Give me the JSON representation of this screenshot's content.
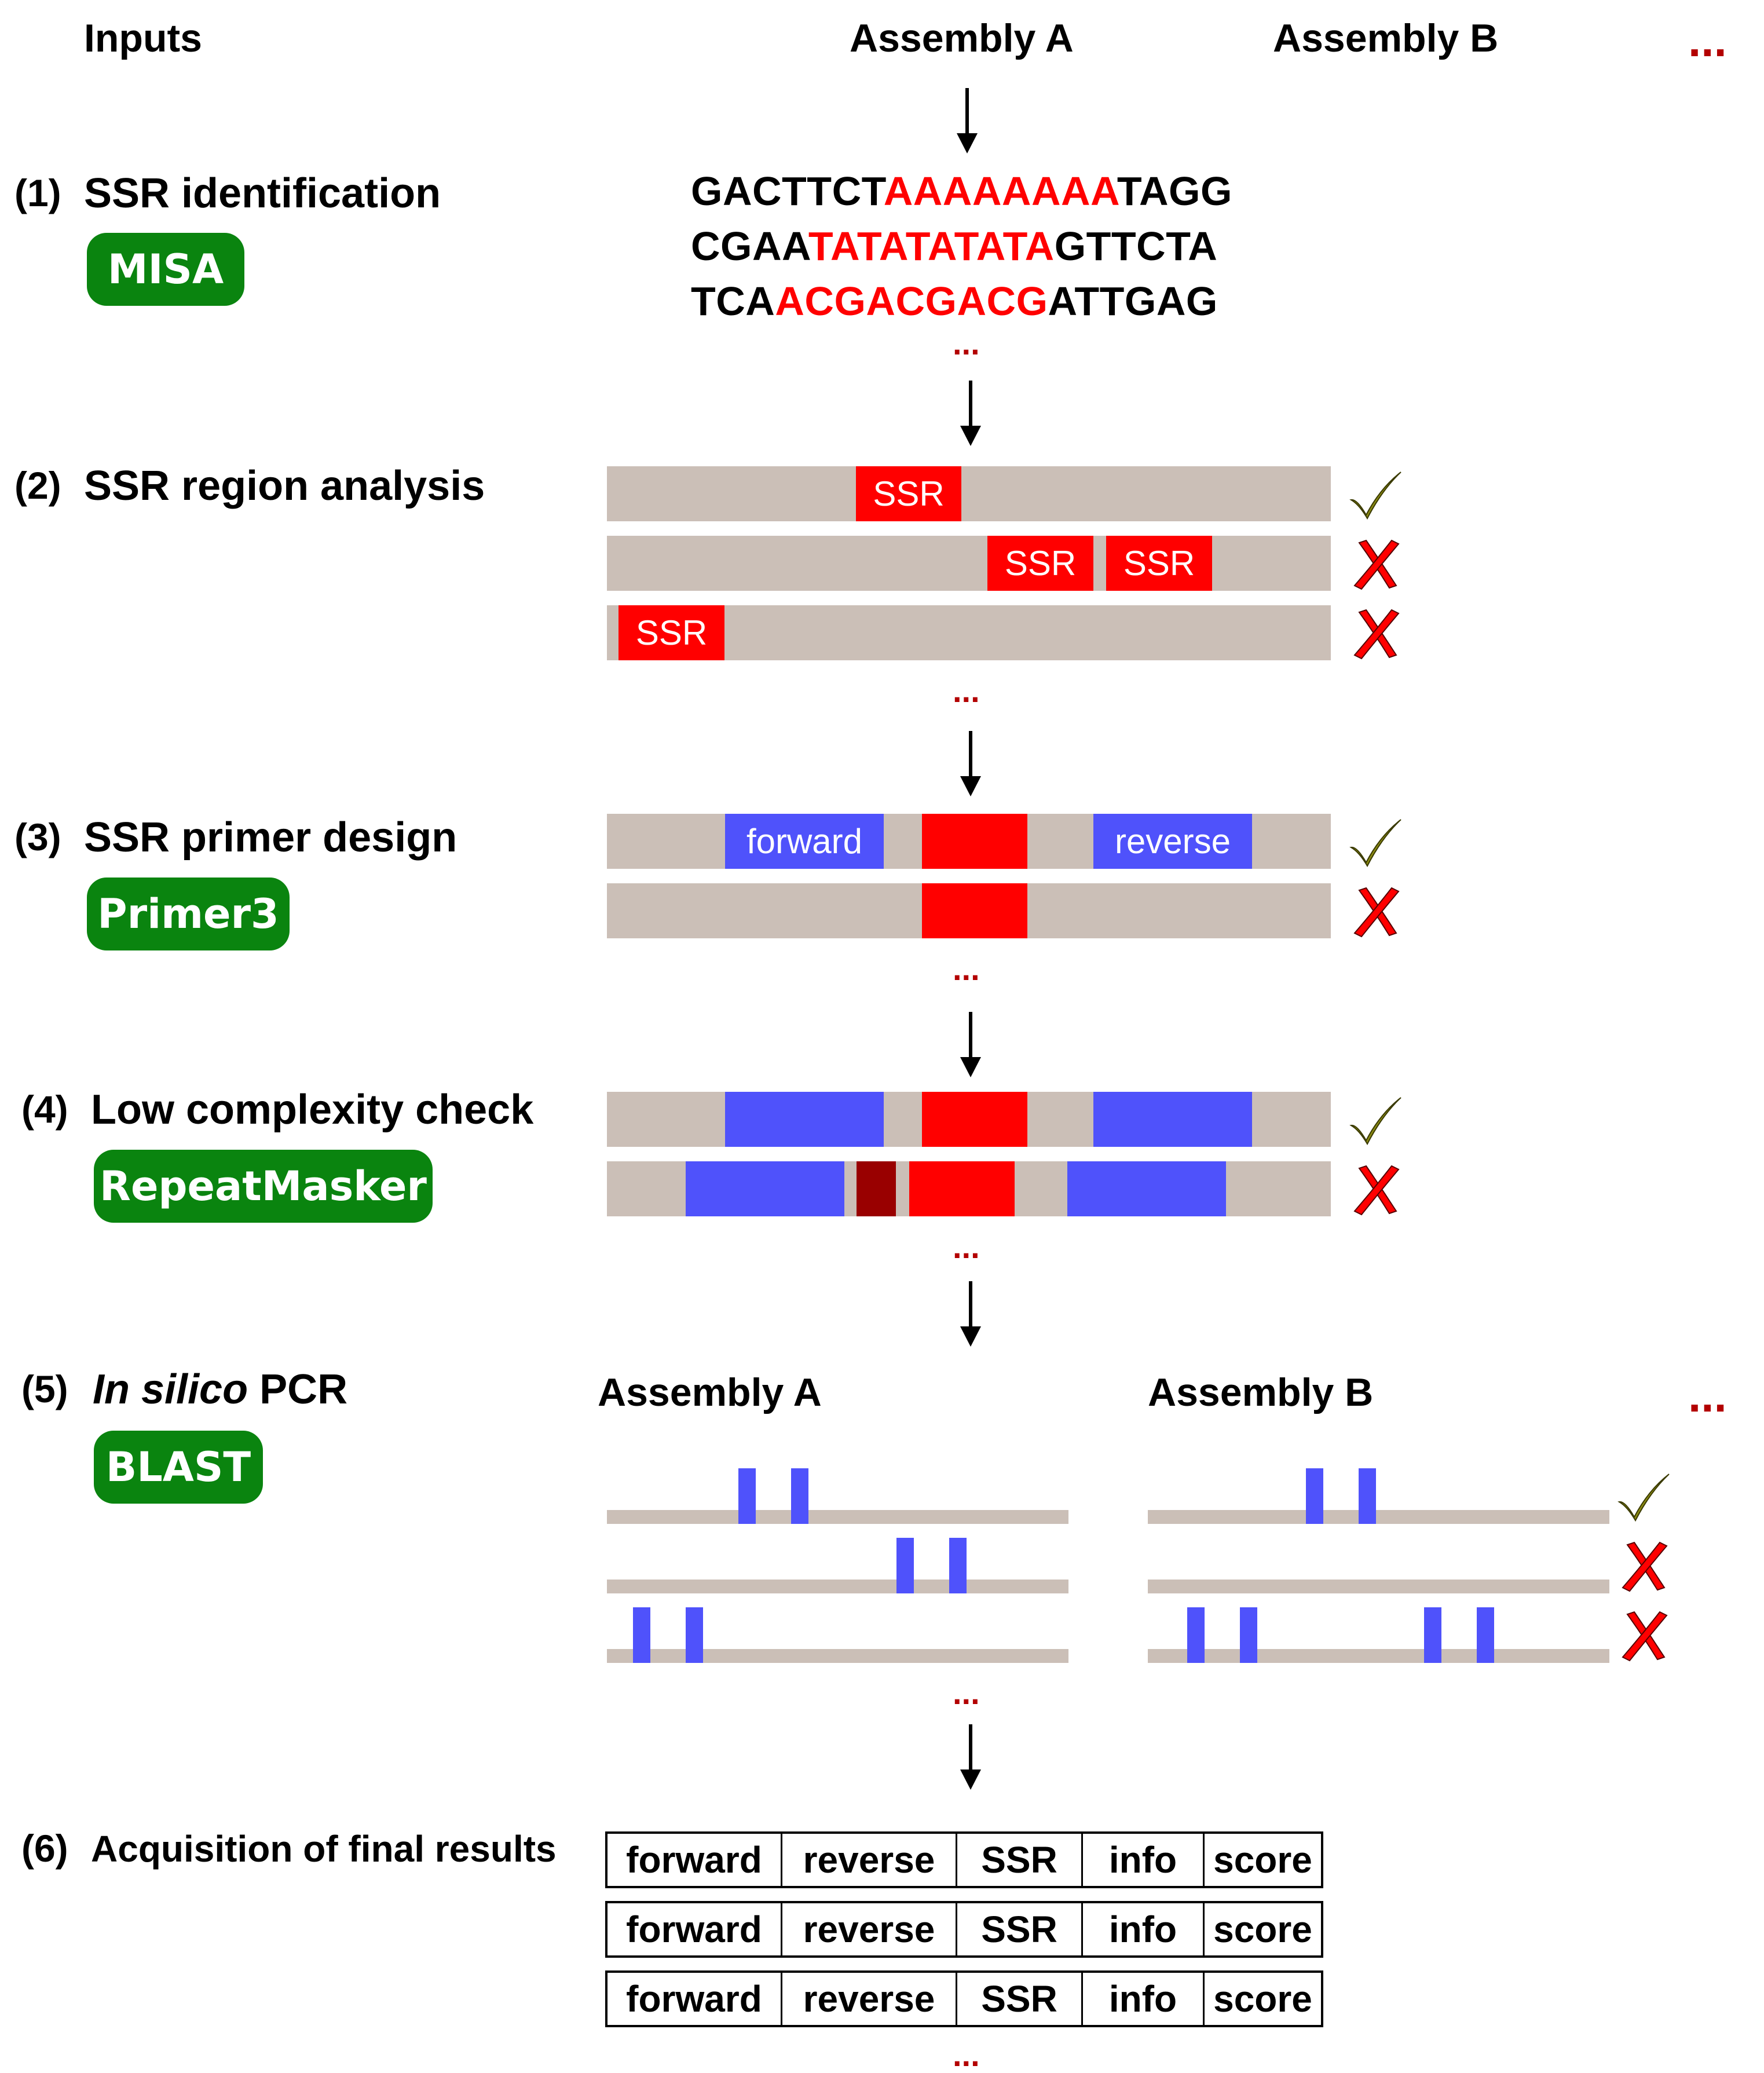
{
  "header": {
    "inputs": "Inputs",
    "assembly_a": "Assembly A",
    "assembly_b": "Assembly B",
    "more": "..."
  },
  "steps": [
    {
      "num": "(1)",
      "label": "SSR identification",
      "tool": "MISA"
    },
    {
      "num": "(2)",
      "label": "SSR region analysis"
    },
    {
      "num": "(3)",
      "label": "SSR primer design",
      "tool": "Primer3"
    },
    {
      "num": "(4)",
      "label": "Low complexity check",
      "tool": "RepeatMasker"
    },
    {
      "num": "(5)",
      "label_italic": "In silico",
      "label_rest": " PCR",
      "tool": "BLAST"
    },
    {
      "num": "(6)",
      "label": "Acquisition of final results"
    }
  ],
  "sequences": [
    {
      "pre": "GACTTCT",
      "repeat": "AAAAAAAA",
      "post": "TAGG"
    },
    {
      "pre": "CGAA",
      "repeat": "TATATATATA",
      "post": "GTTCTA"
    },
    {
      "pre": "TCA",
      "repeat": "ACGACGACG",
      "post": "ATTGAG"
    }
  ],
  "region_labels": {
    "ssr": "SSR",
    "forward": "forward",
    "reverse": "reverse"
  },
  "pcr": {
    "assembly_a": "Assembly A",
    "assembly_b": "Assembly B"
  },
  "results": {
    "columns": [
      "forward",
      "reverse",
      "SSR",
      "info",
      "score"
    ],
    "rows": 3
  },
  "colors": {
    "tool_badge": "#0a840f",
    "track": "#cbbfb7",
    "ssr": "#ff0000",
    "primer": "#4f52fb",
    "low_complexity": "#990000",
    "pass_check": "#8b8b12",
    "fail_cross": "#ff0000",
    "ellipsis": "#b30000"
  },
  "icons": {
    "pass": "check-mark-icon",
    "fail": "cross-mark-icon",
    "down": "arrow-down-icon"
  }
}
